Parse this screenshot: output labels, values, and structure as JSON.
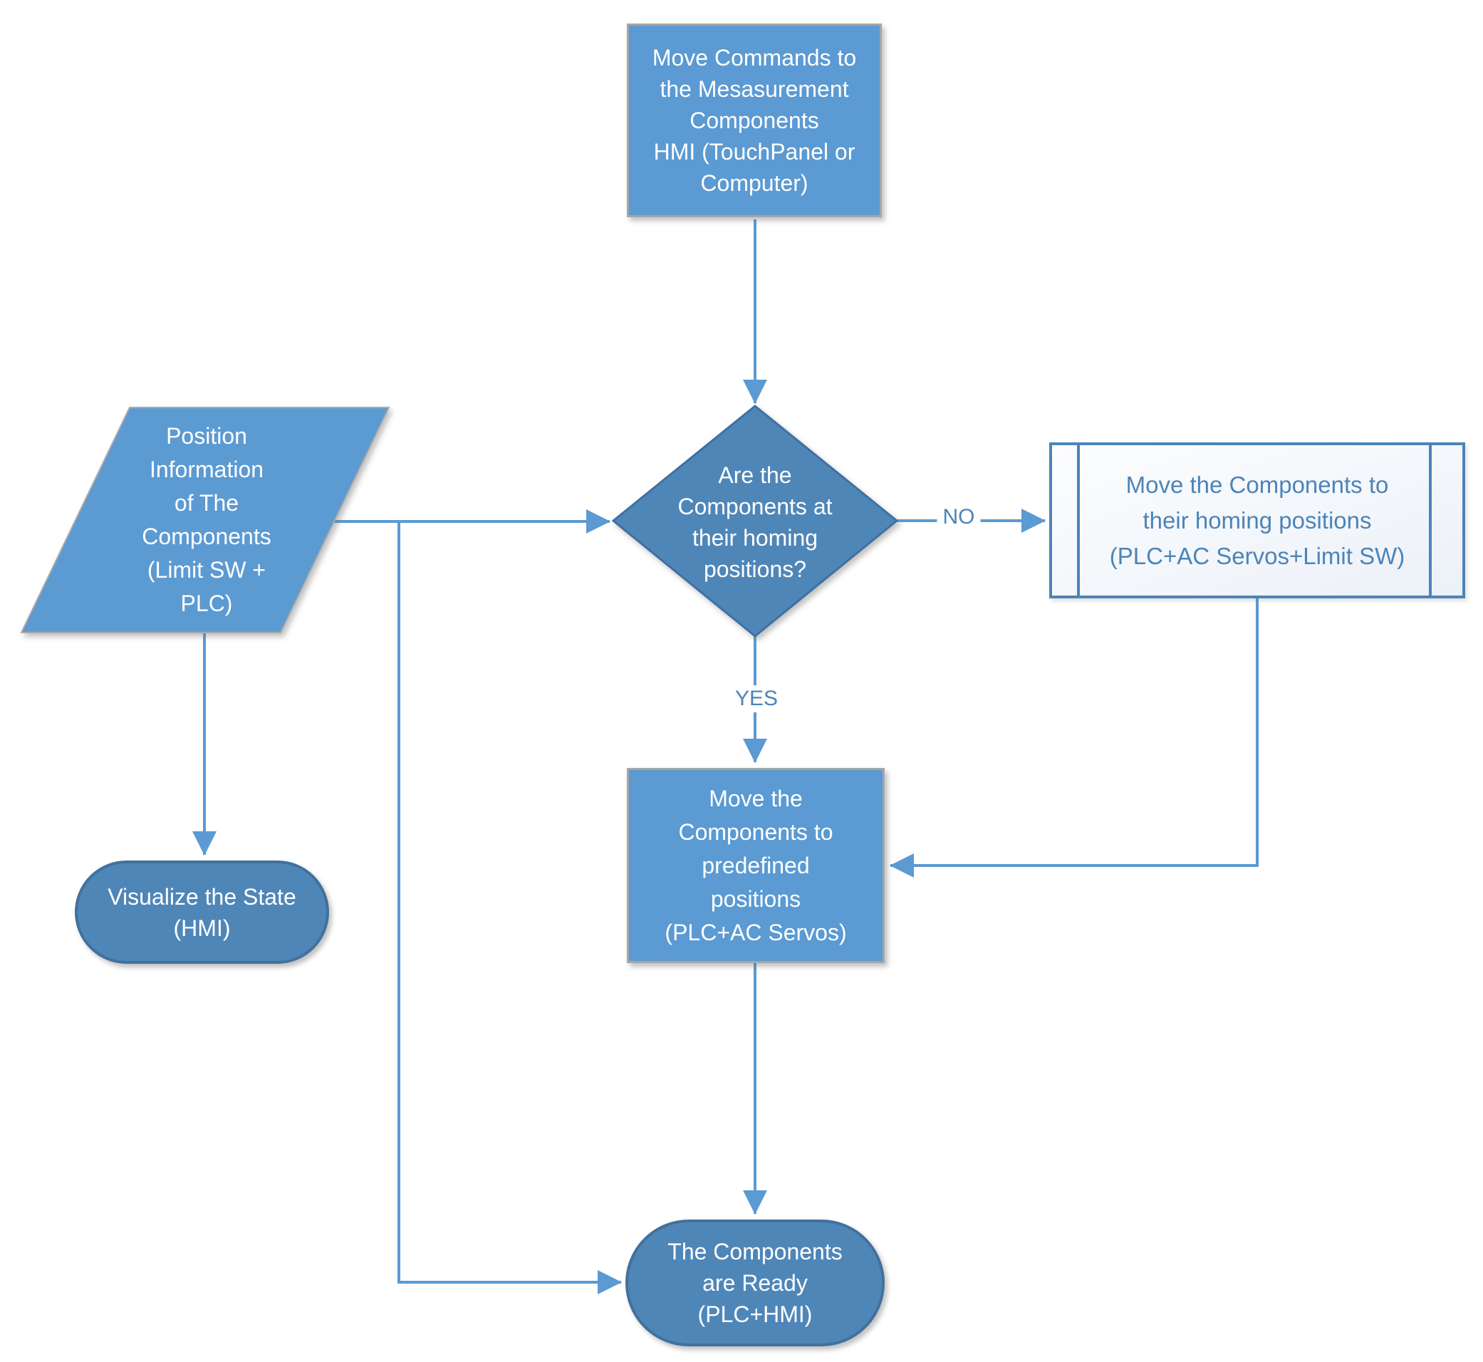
{
  "diagram": {
    "type": "flowchart",
    "nodes": {
      "move_commands": {
        "type": "process",
        "label": "Move Commands to\nthe Mesasurement\nComponents\nHMI (TouchPanel or\nComputer)"
      },
      "position_info": {
        "type": "data-input",
        "label": "Position\nInformation\nof The\nComponents\n(Limit SW +\nPLC)"
      },
      "homing_question": {
        "type": "decision",
        "label": "Are the\nComponents at\ntheir homing\npositions?"
      },
      "move_homing": {
        "type": "predefined-process",
        "label": "Move the Components to\ntheir homing positions\n(PLC+AC Servos+Limit SW)"
      },
      "move_predefined": {
        "type": "process",
        "label": "Move the\nComponents to\npredefined\npositions\n(PLC+AC Servos)"
      },
      "visualize_state": {
        "type": "terminator",
        "label": "Visualize the State\n(HMI)"
      },
      "components_ready": {
        "type": "terminator",
        "label": "The Components\nare Ready\n(PLC+HMI)"
      }
    },
    "edges": {
      "commands_to_question": {
        "from": "move_commands",
        "to": "homing_question",
        "label": ""
      },
      "question_no": {
        "from": "homing_question",
        "to": "move_homing",
        "label": "NO"
      },
      "question_yes": {
        "from": "homing_question",
        "to": "move_predefined",
        "label": "YES"
      },
      "homing_to_predefined": {
        "from": "move_homing",
        "to": "move_predefined",
        "label": ""
      },
      "predefined_to_ready": {
        "from": "move_predefined",
        "to": "components_ready",
        "label": ""
      },
      "position_to_question": {
        "from": "position_info",
        "to": "homing_question",
        "label": ""
      },
      "position_to_ready": {
        "from": "position_info",
        "to": "components_ready",
        "label": ""
      },
      "position_to_visualize": {
        "from": "position_info",
        "to": "visualize_state",
        "label": ""
      }
    },
    "colors": {
      "process_fill": "#5B9AD2",
      "process_border": "#A6A6A6",
      "decision_fill": "#4F86B8",
      "decision_border": "#3F6FA0",
      "terminator_fill": "#4F86B8",
      "terminator_border": "#41719C",
      "data_fill": "#5B9AD2",
      "predefined_fill": "#F4F7FB",
      "predefined_border": "#4C84B8",
      "predefined_text": "#4C84B8",
      "connector": "#5B9AD2",
      "edge_label_text": "#4C84B8",
      "node_text": "#FFFFFF",
      "background": "#FFFFFF"
    }
  }
}
